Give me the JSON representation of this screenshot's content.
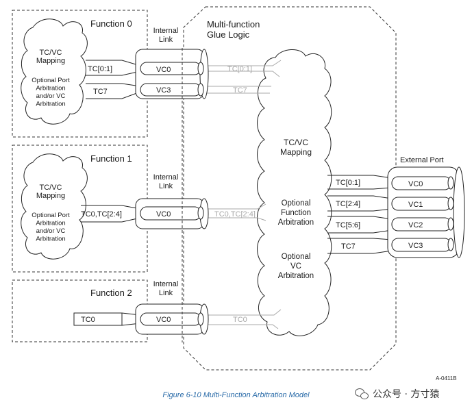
{
  "functions": [
    {
      "title": "Function 0",
      "mapping": "TC/VC\nMapping",
      "arbitration": "Optional Port\nArbitration\nand/or VC\nArbitration",
      "links": [
        {
          "tc": "TC[0:1]",
          "vc": "VC0",
          "out": "TC[0:1]"
        },
        {
          "tc": "TC7",
          "vc": "VC3",
          "out": "TC7"
        }
      ]
    },
    {
      "title": "Function 1",
      "mapping": "TC/VC\nMapping",
      "arbitration": "Optional Port\nArbitration\nand/or VC\nArbitration",
      "links": [
        {
          "tc": "TC0,TC[2:4]",
          "vc": "VC0",
          "out": "TC0,TC[2:4]"
        }
      ]
    },
    {
      "title": "Function 2",
      "links": [
        {
          "tc": "TC0",
          "vc": "VC0",
          "out": "TC0"
        }
      ]
    }
  ],
  "internal_link_label": "Internal\nLink",
  "glue": {
    "title": "Multi-function\nGlue Logic",
    "mapping": "TC/VC\nMapping",
    "function_arbitration": "Optional\nFunction\nArbitration",
    "vc_arbitration": "Optional\nVC\nArbitration"
  },
  "external_port": {
    "label": "External Port",
    "links": [
      {
        "tc": "TC[0:1]",
        "vc": "VC0"
      },
      {
        "tc": "TC[2:4]",
        "vc": "VC1"
      },
      {
        "tc": "TC[5:6]",
        "vc": "VC2"
      },
      {
        "tc": "TC7",
        "vc": "VC3"
      }
    ]
  },
  "figure_id": "A-0411B",
  "caption": "Figure  6-10  Multi-Function Arbitration Model",
  "watermark": "公众号 · 方寸猿"
}
